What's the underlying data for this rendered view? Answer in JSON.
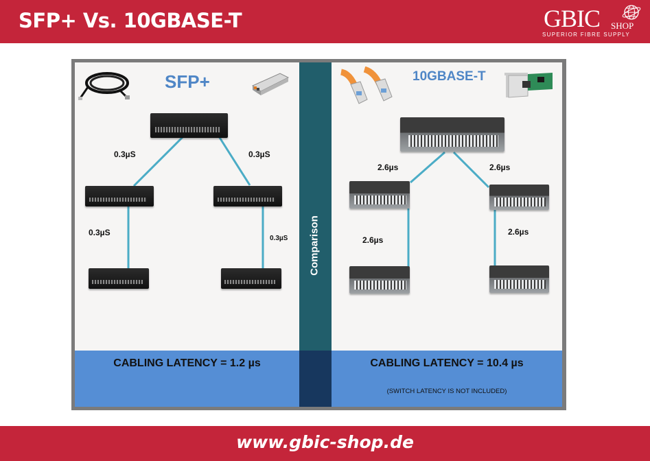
{
  "header": {
    "title": "SFP+ Vs. 10GBASE-T",
    "logo": {
      "main": "GBIC",
      "shop": "SHOP",
      "tagline": "SUPERIOR FIBRE SUPPLY"
    },
    "background": "#c4253a"
  },
  "divider": {
    "label": "Comparison",
    "color": "#215e6b"
  },
  "left_panel": {
    "title": "SFP+",
    "images": [
      "dac-cable-icon",
      "sfp-module-icon"
    ],
    "links": [
      {
        "from": "core",
        "to": "left-mid",
        "label": "0.3µS"
      },
      {
        "from": "core",
        "to": "right-mid",
        "label": "0.3µS"
      },
      {
        "from": "left-mid",
        "to": "left-bottom",
        "label": "0.3µS"
      },
      {
        "from": "right-mid",
        "to": "right-bottom",
        "label": "0.3µS"
      }
    ],
    "latency": "CABLING LATENCY = 1.2 µs"
  },
  "right_panel": {
    "title": "10GBASE-T",
    "images": [
      "rj45-cable-icon",
      "network-card-icon"
    ],
    "links": [
      {
        "from": "core",
        "to": "left-mid",
        "label": "2.6µs"
      },
      {
        "from": "core",
        "to": "right-mid",
        "label": "2.6µs"
      },
      {
        "from": "left-mid",
        "to": "left-bottom",
        "label": "2.6µs"
      },
      {
        "from": "right-mid",
        "to": "right-bottom",
        "label": "2.6µs"
      }
    ],
    "latency": "CABLING LATENCY = 10.4 µs",
    "note": "(SWITCH LATENCY IS NOT INCLUDED)"
  },
  "colors": {
    "link": "#4bacc6",
    "title": "#4f86c6",
    "latency_bar": "#558ed5",
    "latency_mid": "#17375e"
  },
  "footer": {
    "url": "www.gbic-shop.de"
  }
}
